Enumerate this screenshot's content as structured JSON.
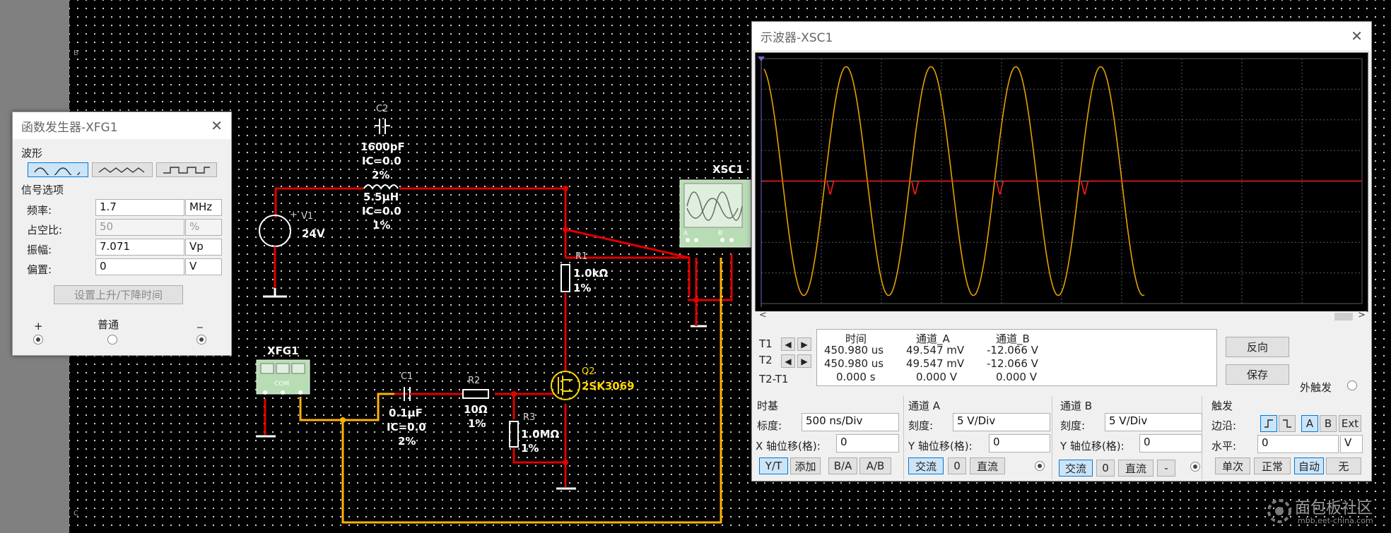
{
  "schematic": {
    "sheet_mark_b": "B",
    "sheet_mark_c": "C",
    "c2": {
      "ref": "C2",
      "value": "1600pF",
      "ic": "IC=0.0",
      "tol": "2%"
    },
    "l1": {
      "value": "5.5µH",
      "ic": "IC=0.0",
      "tol": "1%"
    },
    "v1": {
      "ref": "V1",
      "value": "24V",
      "plus": "+"
    },
    "r1": {
      "ref": "R1",
      "value": "1.0kΩ",
      "tol": "1%"
    },
    "xsc1": {
      "ref": "XSC1",
      "a": "A",
      "b": "B"
    },
    "xfg1": {
      "ref": "XFG1",
      "com": "COM"
    },
    "c1": {
      "ref": "C1",
      "value": "0.1µF",
      "ic": "IC=0.0",
      "tol": "2%"
    },
    "r2": {
      "ref": "R2",
      "value": "10Ω",
      "tol": "1%"
    },
    "r3": {
      "ref": "R3",
      "value": "1.0MΩ",
      "tol": "1%"
    },
    "q2": {
      "ref": "Q2",
      "value": "2SK3069"
    },
    "colors": {
      "wire_red": "#e00000",
      "wire_yellow": "#ffb300",
      "part": "#ffffff",
      "mosfet": "#ffd800"
    }
  },
  "funcgen": {
    "title": "函数发生器-XFG1",
    "waveform_label": "波形",
    "waveforms": [
      "sine-wave-icon",
      "triangle-wave-icon",
      "square-wave-icon"
    ],
    "signal_options_label": "信号选项",
    "freq": {
      "label": "频率:",
      "value": "1.7",
      "unit": "MHz"
    },
    "duty": {
      "label": "占空比:",
      "value": "50",
      "unit": "%"
    },
    "amp": {
      "label": "振幅:",
      "value": "7.071",
      "unit": "Vp"
    },
    "offset": {
      "label": "偏置:",
      "value": "0",
      "unit": "V"
    },
    "rise_fall_button": "设置上升/下降时间",
    "terminals": {
      "plus": "+",
      "common": "普通",
      "minus": "_"
    }
  },
  "scope": {
    "title": "示波器-XSC1",
    "scroll_left": "<",
    "scroll_right": ">",
    "readout": {
      "headers": [
        "时间",
        "通道_A",
        "通道_B"
      ],
      "rows": [
        {
          "label": "T1",
          "time": "450.980 us",
          "a": "49.547 mV",
          "b": "-12.066 V"
        },
        {
          "label": "T2",
          "time": "450.980 us",
          "a": "49.547 mV",
          "b": "-12.066 V"
        },
        {
          "label": "T2-T1",
          "time": "0.000 s",
          "a": "0.000 V",
          "b": "0.000 V"
        }
      ]
    },
    "invert_button": "反向",
    "save_button": "保存",
    "ext_trigger_label": "外触发",
    "timebase": {
      "title": "时基",
      "scale_label": "标度:",
      "scale_value": "500 ns/Div",
      "xpos_label": "X 轴位移(格):",
      "xpos_value": "0",
      "buttons": [
        "Y/T",
        "添加",
        "B/A",
        "A/B"
      ]
    },
    "channel_a": {
      "title": "通道 A",
      "scale_label": "刻度:",
      "scale_value": "5  V/Div",
      "ypos_label": "Y 轴位移(格):",
      "ypos_value": "0",
      "buttons": [
        "交流",
        "0",
        "直流"
      ]
    },
    "channel_b": {
      "title": "通道 B",
      "scale_label": "刻度:",
      "scale_value": "5  V/Div",
      "ypos_label": "Y 轴位移(格):",
      "ypos_value": "0",
      "buttons": [
        "交流",
        "0",
        "直流",
        "-"
      ]
    },
    "trigger": {
      "title": "触发",
      "edge_label": "边沿:",
      "edge_buttons": [
        "rising-edge-icon",
        "falling-edge-icon"
      ],
      "source_buttons": [
        "A",
        "B",
        "Ext"
      ],
      "level_label": "水平:",
      "level_value": "0",
      "level_unit": "V",
      "mode_buttons": [
        "单次",
        "正常",
        "自动",
        "无"
      ]
    },
    "trace_colors": {
      "channel_a": "#ff1a1a",
      "channel_b": "#e8a000",
      "grid": "#5a5a5a"
    }
  },
  "watermark": {
    "cn": "面包板社区",
    "en": "mbb.eet-china.com"
  }
}
